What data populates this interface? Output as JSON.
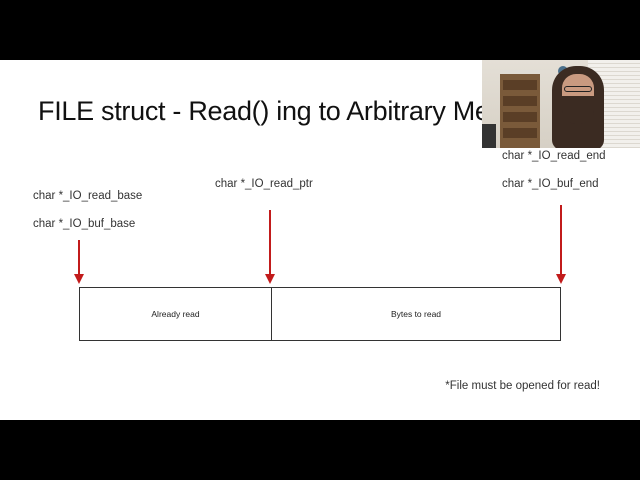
{
  "slide": {
    "title": "FILE struct - Read() ing to Arbitrary Memory",
    "labels": {
      "read_base": "char *_IO_read_base",
      "buf_base": "char *_IO_buf_base",
      "read_ptr": "char *_IO_read_ptr",
      "read_end": "char *_IO_read_end",
      "buf_end": "char *_IO_buf_end"
    },
    "buffer": {
      "already_read": "Already read",
      "bytes_to_read": "Bytes to read"
    },
    "note": "*File must be opened for read!"
  },
  "colors": {
    "arrow": "#c21b1b",
    "background": "#000000",
    "slide": "#ffffff"
  }
}
